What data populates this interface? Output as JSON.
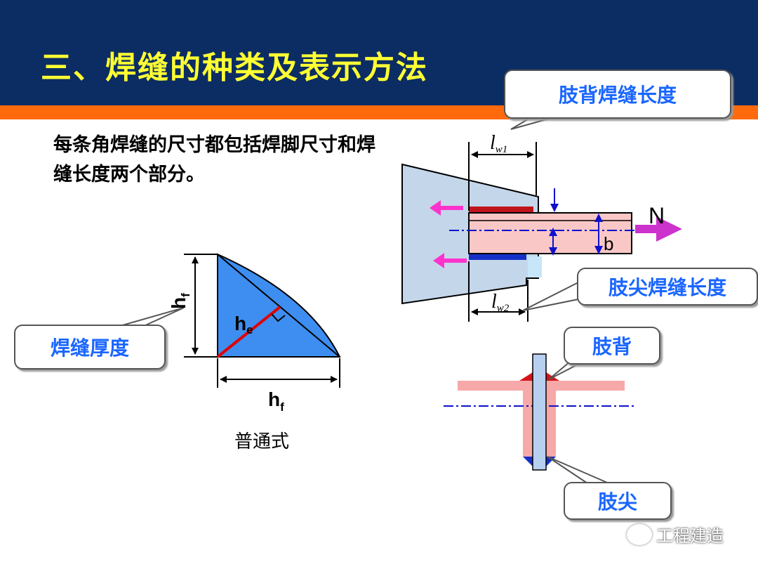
{
  "slide": {
    "title": "三、焊缝的种类及表示方法",
    "description": "每条角焊缝的尺寸都包括焊脚尺寸和焊缝长度两个部分。"
  },
  "left_diagram": {
    "callout": "焊缝厚度",
    "label_hf_left": "h",
    "label_hf_left_sub": "f",
    "label_he": "h",
    "label_he_sub": "e",
    "label_hf_bottom": "h",
    "label_hf_bottom_sub": "f",
    "caption": "普通式"
  },
  "right_diagram": {
    "callout_top": "肢背焊缝长度",
    "callout_bottom": "肢尖焊缝长度",
    "label_lw1": "l",
    "label_lw1_sub": "w1",
    "label_lw2": "l",
    "label_lw2_sub": "w2",
    "label_N": "N",
    "label_b": "b"
  },
  "section_diagram": {
    "callout_back": "肢背",
    "callout_tip": "肢尖"
  },
  "watermark": {
    "text": "工程建造"
  },
  "colors": {
    "header": "#0b2d63",
    "accent_bar": "#ff6a0d",
    "title": "#ffff33",
    "callout_text": "#1a66ff"
  }
}
